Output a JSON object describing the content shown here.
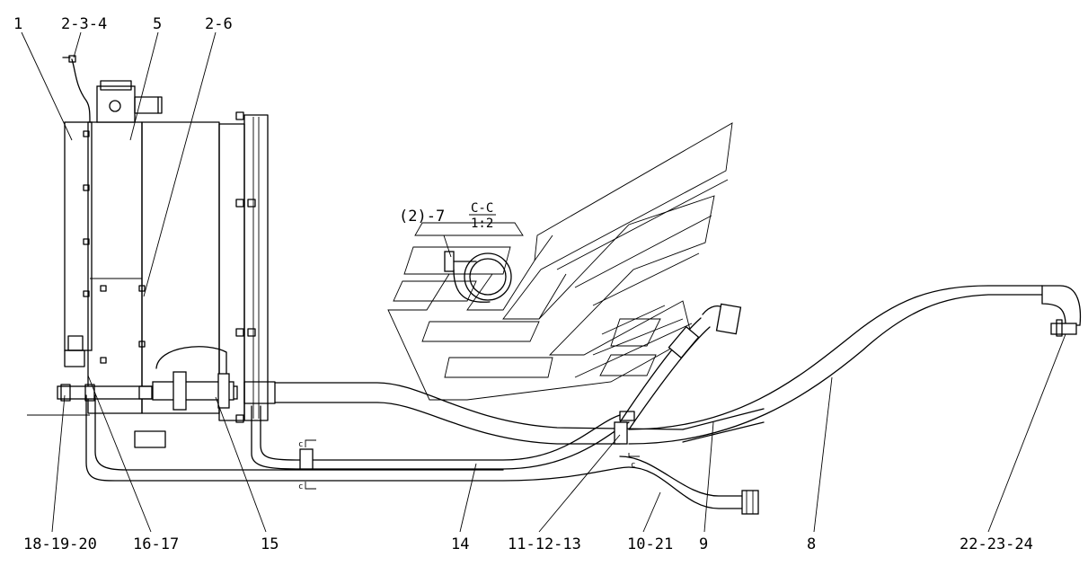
{
  "callouts": {
    "c1": "1",
    "c2_3_4": "2-3-4",
    "c5": "5",
    "c2_6": "2-6",
    "c2_7": "(2)-7",
    "section_name": "C-C",
    "section_scale": "1:2",
    "c18_19_20": "18-19-20",
    "c16_17": "16-17",
    "c15": "15",
    "c14": "14",
    "c11_12_13": "11-12-13",
    "c10_21": "10-21",
    "c9": "9",
    "c8": "8",
    "c22_23_24": "22-23-24"
  },
  "section_markers": {
    "top": "c",
    "bottom": "c",
    "right": "c"
  }
}
